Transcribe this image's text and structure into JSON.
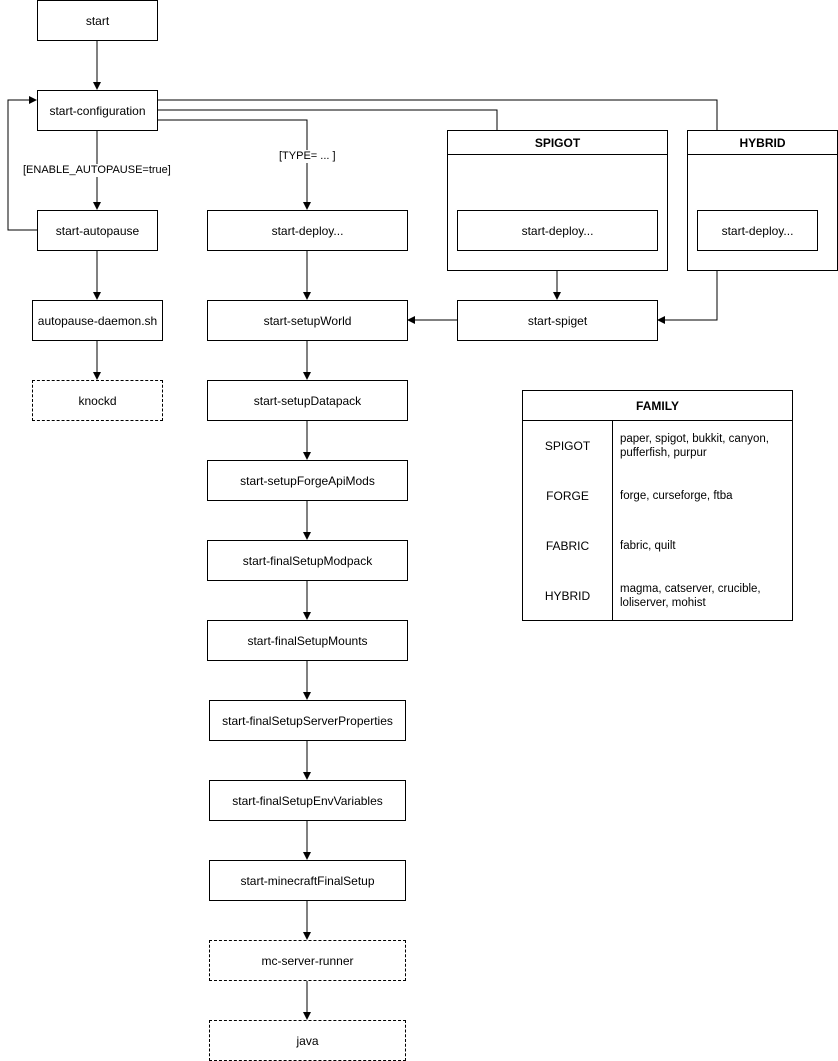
{
  "nodes": {
    "start": "start",
    "start_configuration": "start-configuration",
    "start_autopause": "start-autopause",
    "autopause_daemon": "autopause-daemon.sh",
    "knockd": "knockd",
    "start_deploy_main": "start-deploy...",
    "start_deploy_spigot": "start-deploy...",
    "start_deploy_hybrid": "start-deploy...",
    "start_spiget": "start-spiget",
    "start_setup_world": "start-setupWorld",
    "start_setup_datapack": "start-setupDatapack",
    "start_setup_forge_api_mods": "start-setupForgeApiMods",
    "start_final_setup_modpack": "start-finalSetupModpack",
    "start_final_setup_mounts": "start-finalSetupMounts",
    "start_final_setup_server_properties": "start-finalSetupServerProperties",
    "start_final_setup_env_variables": "start-finalSetupEnvVariables",
    "start_minecraft_final_setup": "start-minecraftFinalSetup",
    "mc_server_runner": "mc-server-runner",
    "java": "java"
  },
  "groups": {
    "spigot": "SPIGOT",
    "hybrid": "HYBRID"
  },
  "edge_labels": {
    "enable_autopause": "[ENABLE_AUTOPAUSE=true]",
    "type": "[TYPE= ... ]"
  },
  "family_table": {
    "title": "FAMILY",
    "rows": [
      {
        "name": "SPIGOT",
        "members": "paper, spigot, bukkit, canyon, pufferfish, purpur"
      },
      {
        "name": "FORGE",
        "members": "forge, curseforge, ftba"
      },
      {
        "name": "FABRIC",
        "members": "fabric, quilt"
      },
      {
        "name": "HYBRID",
        "members": "magma, catserver, crucible, loliserver, mohist"
      }
    ]
  }
}
